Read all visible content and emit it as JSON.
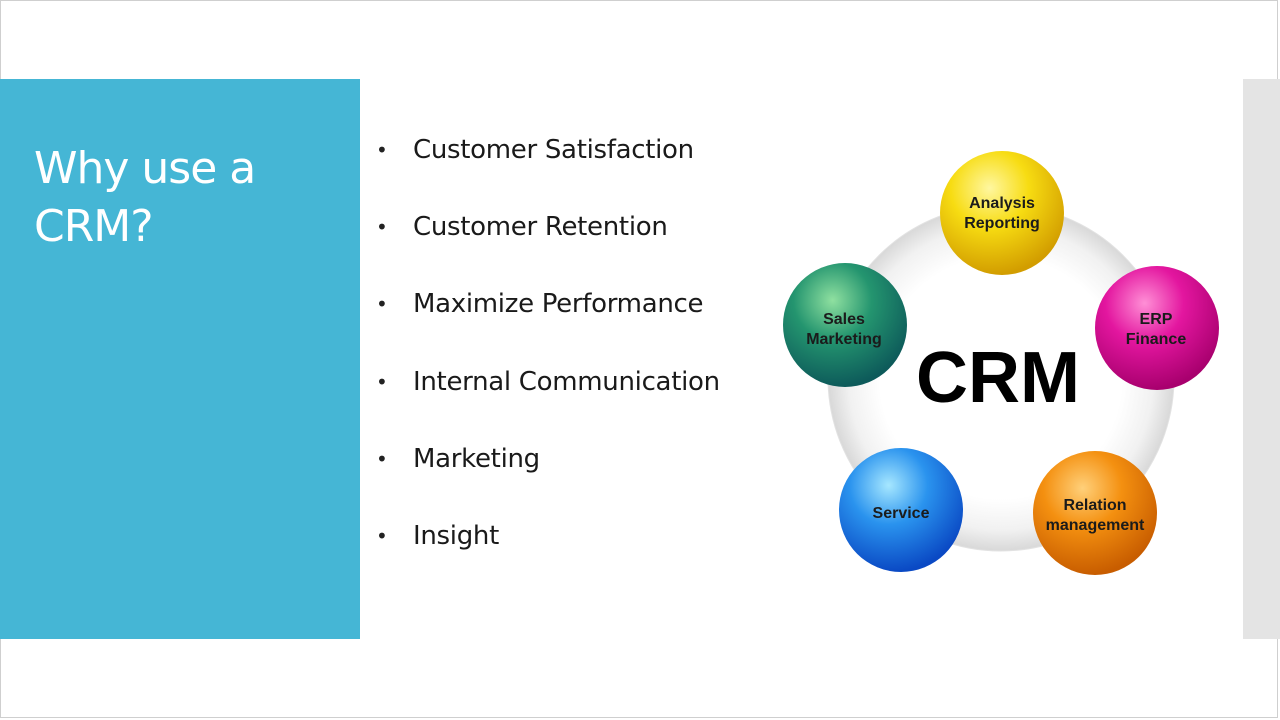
{
  "slide": {
    "title_line1": "Why use a",
    "title_line2": "CRM?"
  },
  "bullets": [
    {
      "label": "Customer Satisfaction"
    },
    {
      "label": "Customer Retention"
    },
    {
      "label": "Maximize Performance"
    },
    {
      "label": "Internal Communication"
    },
    {
      "label": "Marketing"
    },
    {
      "label": "Insight"
    }
  ],
  "bullet_symbol": "•",
  "diagram": {
    "center_label": "CRM",
    "orbs": [
      {
        "line1": "Analysis",
        "line2": "Reporting",
        "color": "#f4d000"
      },
      {
        "line1": "ERP",
        "line2": "Finance",
        "color": "#e0149b"
      },
      {
        "line1": "Relation",
        "line2": "management",
        "color": "#f08400"
      },
      {
        "line1": "Service",
        "line2": "",
        "color": "#1c7de6"
      },
      {
        "line1": "Sales",
        "line2": "Marketing",
        "color": "#1d8a6e"
      }
    ]
  },
  "colors": {
    "title_panel": "#45b6d5",
    "title_text": "#ffffff",
    "side_strip": "#e4e4e4"
  }
}
